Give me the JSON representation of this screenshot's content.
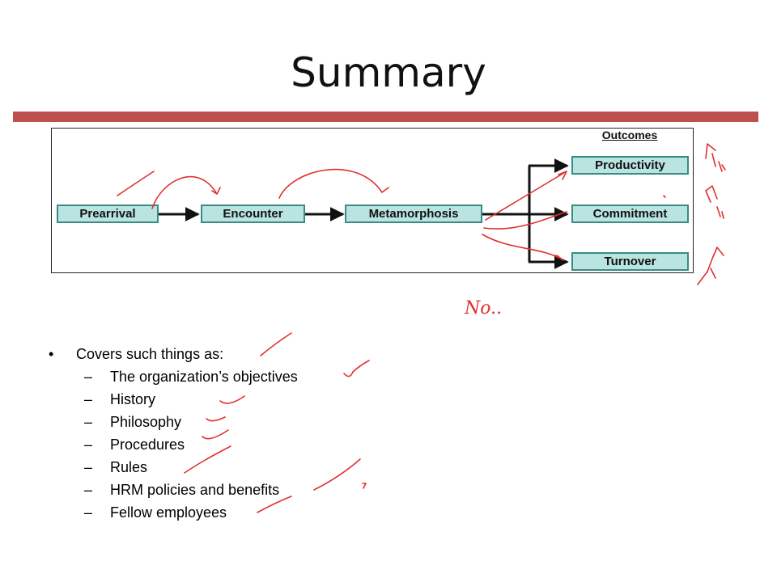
{
  "slide": {
    "title": "Summary",
    "accent_color": "#c0504d"
  },
  "diagram": {
    "outcomes_header": "Outcomes",
    "stages": [
      "Prearrival",
      "Encounter",
      "Metamorphosis"
    ],
    "outcomes": [
      "Productivity",
      "Commitment",
      "Turnover"
    ],
    "box_fill": "#b9e4e0",
    "box_border": "#3a8b86"
  },
  "annotations": {
    "handwritten_note": "No..",
    "ink_color": "#e03030"
  },
  "bullets": {
    "main": {
      "marker": "•",
      "text": "Covers such things as:"
    },
    "sub_marker": "–",
    "sub_items": [
      "The organization’s objectives",
      "History",
      "Philosophy",
      "Procedures",
      "Rules",
      "HRM policies and benefits",
      "Fellow employees"
    ]
  }
}
